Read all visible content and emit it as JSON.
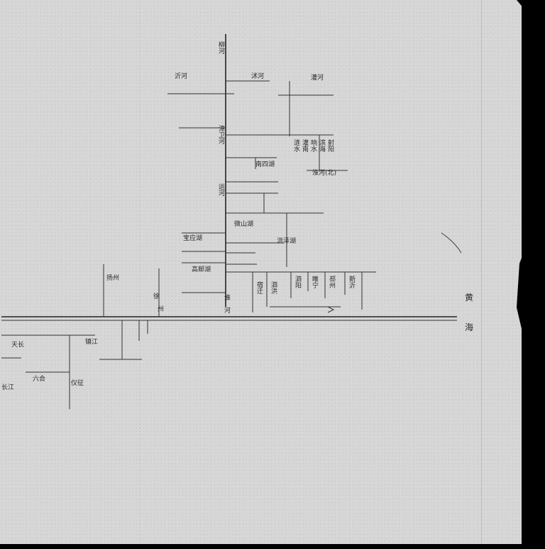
{
  "labels": {
    "sea_1": "黄",
    "sea_2": "海",
    "trunk_top": "柳河",
    "xu": "徐",
    "xu2": "州",
    "huai": "淮",
    "huai2": "河",
    "yi": "沂河",
    "shu": "沭河",
    "guanhe": "灌河",
    "zhangwei": "漳卫河",
    "yunhe": "运河",
    "weishan": "微山湖",
    "nansi": "南四湖",
    "hongze": "洪泽湖",
    "gaoyou": "高邮湖",
    "baoying": "宝应湖",
    "yangzhi": "扬州",
    "zhenjiang": "镇江",
    "chaohe": "淮河(北)",
    "riverlist_1": "宿迁",
    "riverlist_2": "泗洪",
    "riverlist_3": "泗阳",
    "riverlist_4": "睢宁",
    "riverlist_5": "邳州",
    "riverlist_6": "新沂",
    "east_1": "涟水",
    "east_2": "灌南",
    "east_3": "响水",
    "east_4": "滨海",
    "east_5": "射阳",
    "sw_1": "天长",
    "sw_2": "六合",
    "sw_3": "仪征",
    "sw_4": "长江"
  }
}
